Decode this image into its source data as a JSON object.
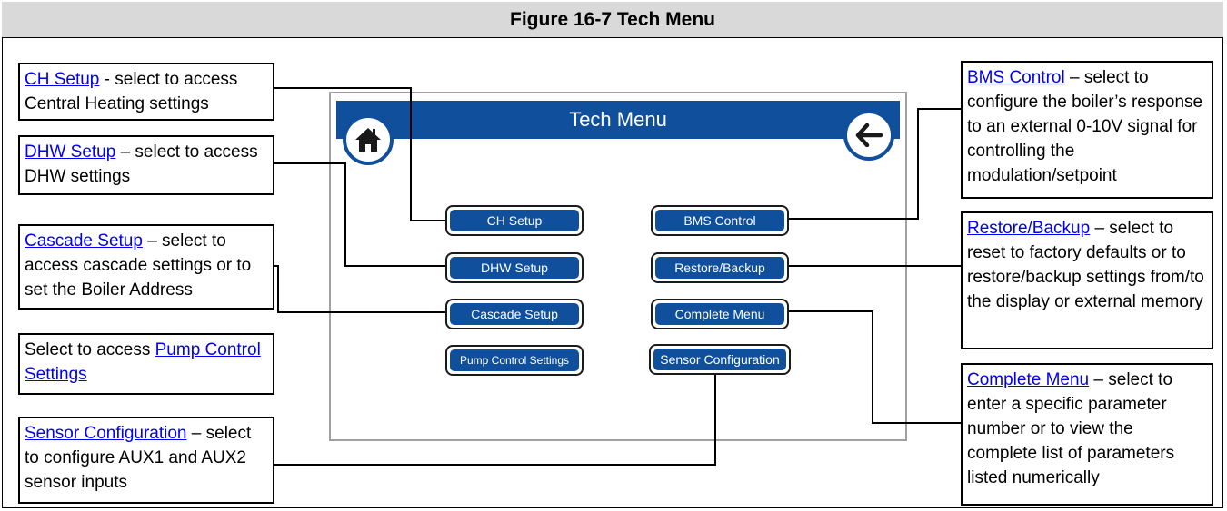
{
  "figure_title": "Figure 16-7 Tech Menu",
  "screen": {
    "title": "Tech Menu",
    "buttons": {
      "ch_setup": "CH Setup",
      "dhw_setup": "DHW Setup",
      "cascade_setup": "Cascade Setup",
      "pump_control": "Pump Control Settings",
      "bms_control": "BMS Control",
      "restore_backup": "Restore/Backup",
      "complete_menu": "Complete Menu",
      "sensor_config": "Sensor Configuration"
    },
    "icons": {
      "home": "home-icon",
      "back": "back-arrow-icon"
    },
    "accent_color": "#0f4f9b"
  },
  "callouts": {
    "ch_setup": {
      "link": "CH Setup",
      "text": " - select to access Central Heating settings"
    },
    "dhw_setup": {
      "link": "DHW Setup",
      "text": " – select to access DHW settings"
    },
    "cascade_setup": {
      "link": "Cascade Setup",
      "text": " – select to access cascade settings or to set the Boiler Address"
    },
    "pump_control": {
      "prefix": "Select to access ",
      "link": "Pump Control Settings"
    },
    "sensor_config": {
      "link": "Sensor Configuration",
      "text": " – select to configure AUX1 and AUX2 sensor inputs"
    },
    "bms_control": {
      "link": "BMS Control",
      "text": " – select to configure the boiler’s response to an external 0-10V signal for controlling the modulation/setpoint"
    },
    "restore_backup": {
      "link": "Restore/Backup",
      "text": " – select to reset to factory defaults or to restore/backup settings from/to the display or external memory"
    },
    "complete_menu": {
      "link": "Complete Menu",
      "text": " – select to enter a specific parameter number or to view the complete list of parameters listed numerically"
    }
  }
}
